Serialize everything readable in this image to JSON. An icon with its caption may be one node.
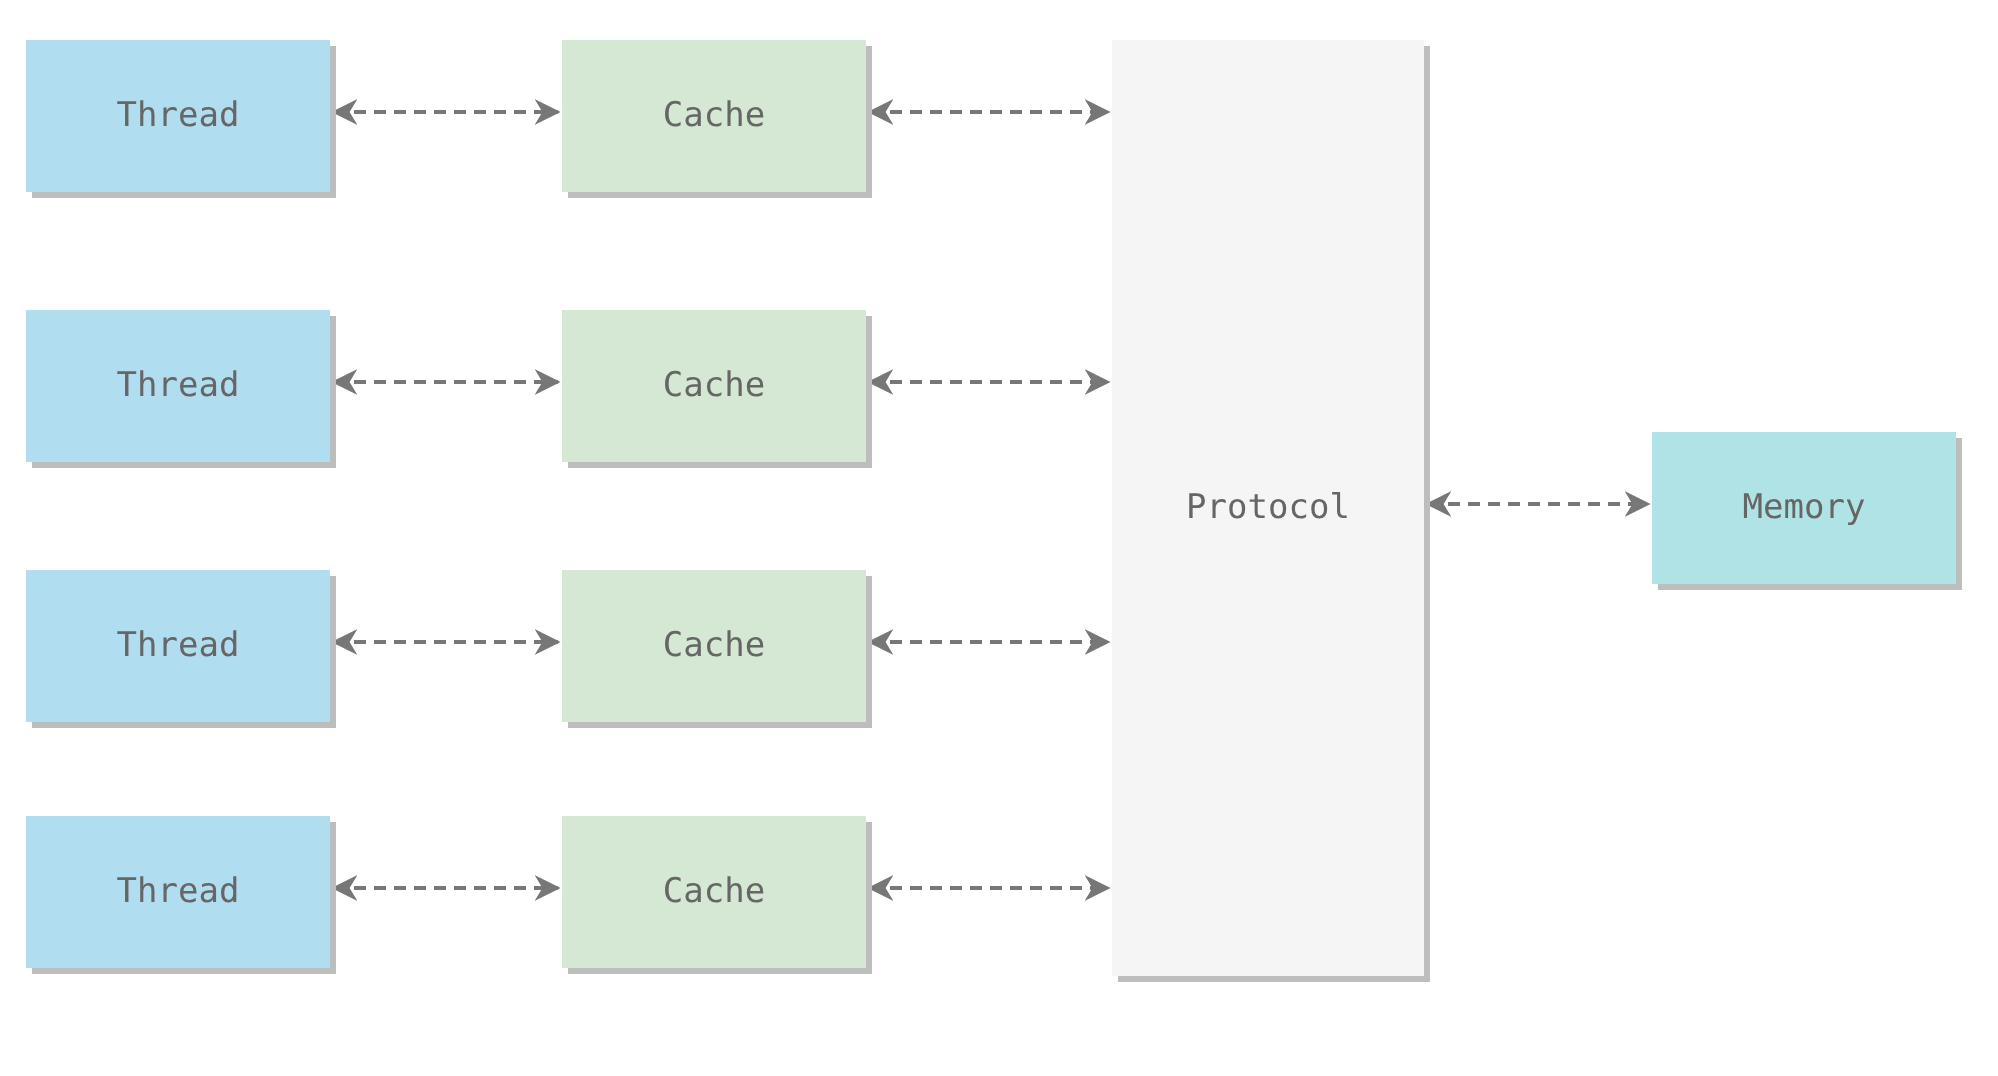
{
  "diagram": {
    "nodes": [
      {
        "text": [
          "Thread"
        ]
      },
      {
        "text": [
          "Cache"
        ]
      },
      {
        "text": [
          "Thread"
        ]
      },
      {
        "text": [
          "Cache"
        ]
      },
      {
        "text": [
          "Thread"
        ]
      },
      {
        "text": [
          "Cache"
        ]
      },
      {
        "text": [
          "Thread"
        ]
      },
      {
        "text": [
          "Cache"
        ]
      },
      {
        "text": [
          "Protocol"
        ]
      },
      {
        "text": [
          "Memory"
        ]
      }
    ],
    "edges": [
      {
        "from": 0,
        "to": 1,
        "arrow": "both",
        "style": "dashed"
      },
      {
        "from": 1,
        "to": 8,
        "arrow": "both",
        "style": "dashed"
      },
      {
        "from": 2,
        "to": 3,
        "arrow": "both",
        "style": "dashed"
      },
      {
        "from": 3,
        "to": 8,
        "arrow": "both",
        "style": "dashed"
      },
      {
        "from": 4,
        "to": 5,
        "arrow": "both",
        "style": "dashed"
      },
      {
        "from": 5,
        "to": 8,
        "arrow": "both",
        "style": "dashed"
      },
      {
        "from": 6,
        "to": 7,
        "arrow": "both",
        "style": "dashed"
      },
      {
        "from": 7,
        "to": 8,
        "arrow": "both",
        "style": "dashed"
      },
      {
        "from": 8,
        "to": 9,
        "arrow": "both",
        "style": "dashed"
      }
    ]
  }
}
